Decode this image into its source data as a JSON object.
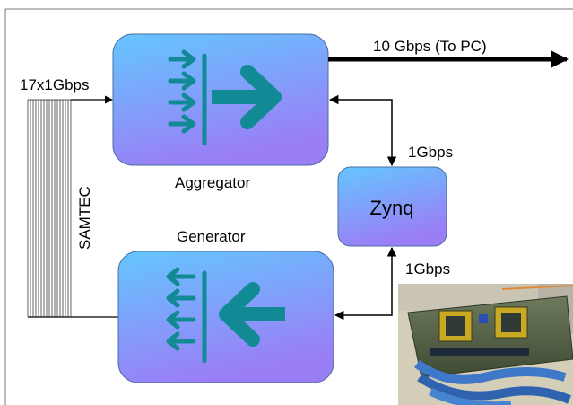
{
  "diagram": {
    "labels": {
      "input_rate": "17x1Gbps",
      "output_rate": "10 Gbps (To PC)",
      "zynq_link_top": "1Gbps",
      "zynq_link_bottom": "1Gbps",
      "cable": "SAMTEC"
    },
    "nodes": {
      "aggregator": {
        "label": "Aggregator",
        "icon": "merge-arrows-icon"
      },
      "generator": {
        "label": "Generator",
        "icon": "fanout-arrows-icon"
      },
      "zynq": {
        "label": "Zynq"
      }
    },
    "photo": {
      "icon": "board-photo-icon"
    },
    "colors": {
      "box_gradient_top": "#64c6ff",
      "box_gradient_bottom": "#9a7ef6",
      "icon_teal": "#128a96",
      "line": "#000000"
    }
  }
}
